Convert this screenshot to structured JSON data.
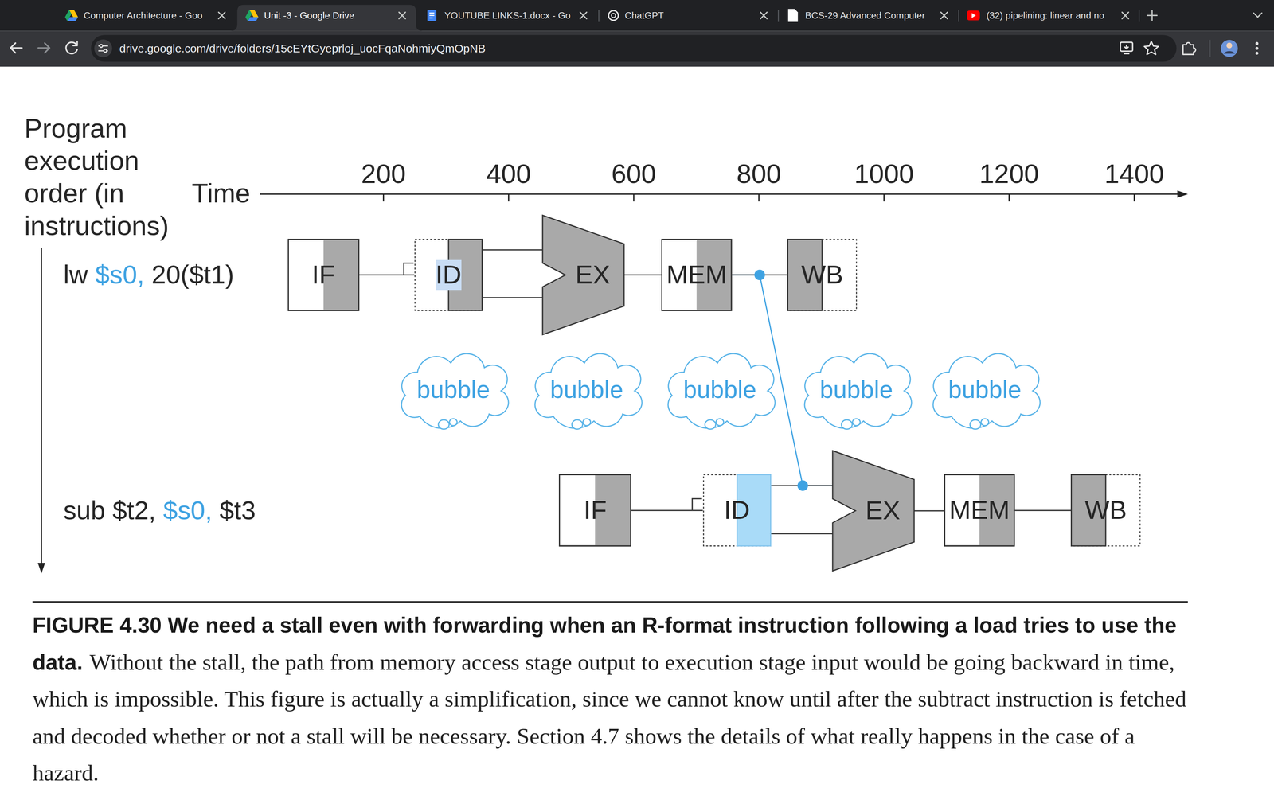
{
  "diagram": {
    "caption": "FIGURE 4.30 We need a stall even with forwarding when an R-format instruction following a load tries to use the data.",
    "nodes": [
      {
        "text": [
          "IF"
        ]
      },
      {
        "text": [
          "ID"
        ]
      },
      {
        "text": [
          "EX"
        ]
      },
      {
        "text": [
          "MEM"
        ]
      },
      {
        "text": [
          "WB"
        ]
      },
      {
        "text": [
          "bubble"
        ]
      },
      {
        "text": [
          "bubble"
        ]
      },
      {
        "text": [
          "bubble"
        ]
      },
      {
        "text": [
          "bubble"
        ]
      },
      {
        "text": [
          "bubble"
        ]
      },
      {
        "text": [
          "IF"
        ]
      },
      {
        "text": [
          "ID"
        ]
      },
      {
        "text": [
          "EX"
        ]
      },
      {
        "text": [
          "MEM"
        ]
      },
      {
        "text": [
          "WB"
        ]
      }
    ],
    "edges": [
      {
        "from": 0,
        "to": 1,
        "arrow": "none"
      },
      {
        "from": 1,
        "to": 2,
        "arrow": "none"
      },
      {
        "from": 2,
        "to": 3,
        "arrow": "none"
      },
      {
        "from": 3,
        "to": 4,
        "arrow": "none"
      },
      {
        "from": 10,
        "to": 11,
        "arrow": "none"
      },
      {
        "from": 11,
        "to": 12,
        "arrow": "none"
      },
      {
        "from": 12,
        "to": 13,
        "arrow": "none"
      },
      {
        "from": 13,
        "to": 14,
        "arrow": "none"
      },
      {
        "from": 3,
        "to": 12,
        "arrow": "none"
      }
    ],
    "labels": [
      "Computer Architecture - Goo",
      "Unit -3 - Google Drive",
      "YOUTUBE LINKS-1.docx - Go",
      "ChatGPT",
      "BCS-29 Advanced Computer",
      "(32) pipelining: linear and no",
      "drive.google.com/drive/folders/15cEYtGyeprloj_uocFqaNohmiyQmOpNB",
      "Program execution order (in instructions)",
      "Time",
      "200",
      "400",
      "600",
      "800",
      "1000",
      "1200",
      "1400",
      "lw",
      "$s0,",
      "20($t1)",
      "sub $t2,",
      "$s0,",
      "$t3",
      "Without the stall, the path from memory access stage output to execution stage input would be going backward in time, which is impossible. This figure is actually a simplification, since we cannot know until after the subtract instruction is fetched and decoded whether or not a stall will be necessary. Section 4.7 shows the details of what really happens in the case of a hazard."
    ]
  }
}
